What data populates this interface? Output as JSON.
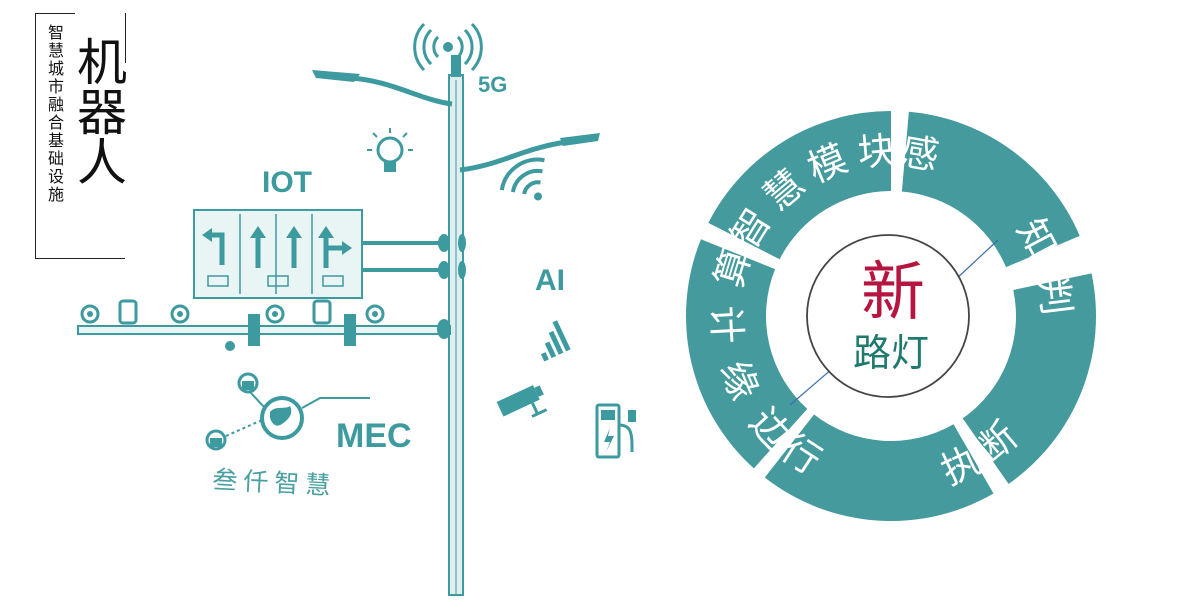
{
  "title_block": {
    "subtitle": "智慧城市融合基础设施",
    "title": "机器人"
  },
  "pole_labels": {
    "g5": "5G",
    "iot": "IOT",
    "ai": "AI",
    "mec": "MEC",
    "tagline": "叁仟智慧"
  },
  "ring": {
    "center_main": "新",
    "center_sub": "路灯",
    "segments": [
      {
        "label": "感 知"
      },
      {
        "label": "判 断"
      },
      {
        "label": "执 行"
      },
      {
        "label": "边缘计算"
      },
      {
        "label": "智慧模块"
      }
    ]
  },
  "colors": {
    "teal": "#3d9a9e",
    "ring_teal": "#449a9c",
    "crimson": "#b5153f",
    "dark_teal_text": "#1f7a6e"
  }
}
